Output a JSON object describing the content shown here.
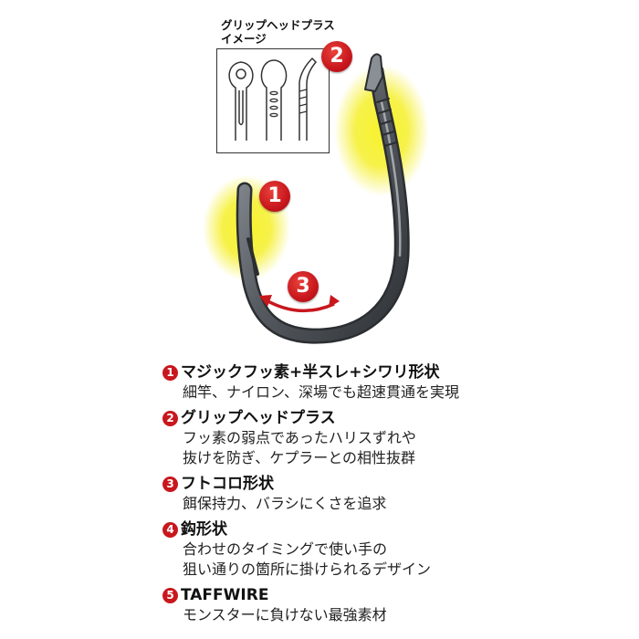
{
  "inset": {
    "title_line1": "グリップヘッドプラス",
    "title_line2": "イメージ"
  },
  "badges": [
    "2",
    "1",
    "3"
  ],
  "features": [
    {
      "number": "1",
      "title": "マジックフッ素+半スレ+シワリ形状",
      "lines": [
        "細竿、ナイロン、深場でも超速貫通を実現"
      ]
    },
    {
      "number": "2",
      "title": "グリップヘッドプラス",
      "lines": [
        "フッ素の弱点であったハリスずれや",
        "抜けを防ぎ、ケプラーとの相性抜群"
      ]
    },
    {
      "number": "3",
      "title": "フトコロ形状",
      "lines": [
        "餌保持力、バラシにくさを追求"
      ]
    },
    {
      "number": "4",
      "title": "鈎形状",
      "lines": [
        "合わせのタイミングで使い手の",
        "狙い通りの箇所に掛けられるデザイン"
      ]
    },
    {
      "number": "5",
      "title": "TAFFWIRE",
      "lines": [
        "モンスターに負けない最強素材"
      ]
    }
  ],
  "colors": {
    "badge_red": "#c8171d",
    "highlight_yellow": "#f5ef2a",
    "hook_metal": "#6b6f74"
  }
}
